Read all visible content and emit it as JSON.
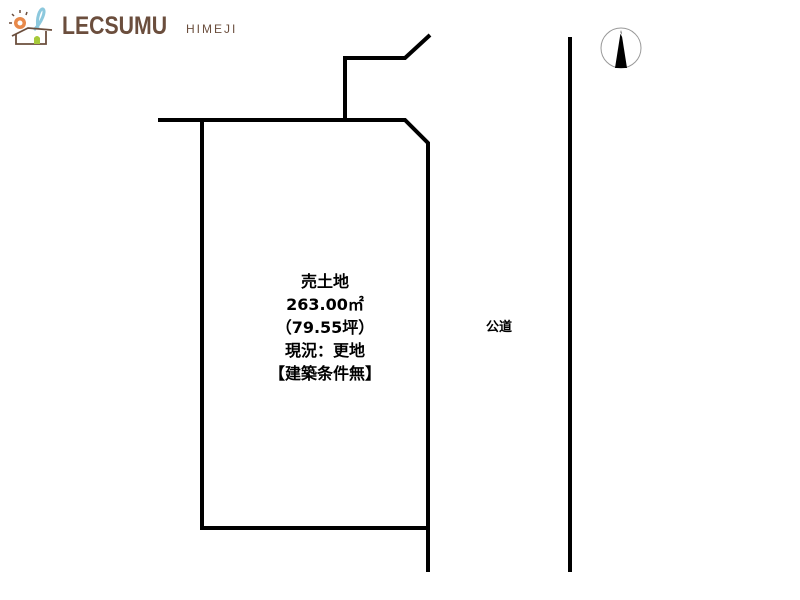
{
  "logo": {
    "brand": "LECSUMU",
    "sub": "HIMEJI"
  },
  "plot": {
    "line1": "売土地",
    "line2": "263.00㎡",
    "line3": "（79.55坪）",
    "line4": "現況：更地",
    "line5": "【建築条件無】"
  },
  "road_label": "公道",
  "compass": {
    "north": "N"
  }
}
